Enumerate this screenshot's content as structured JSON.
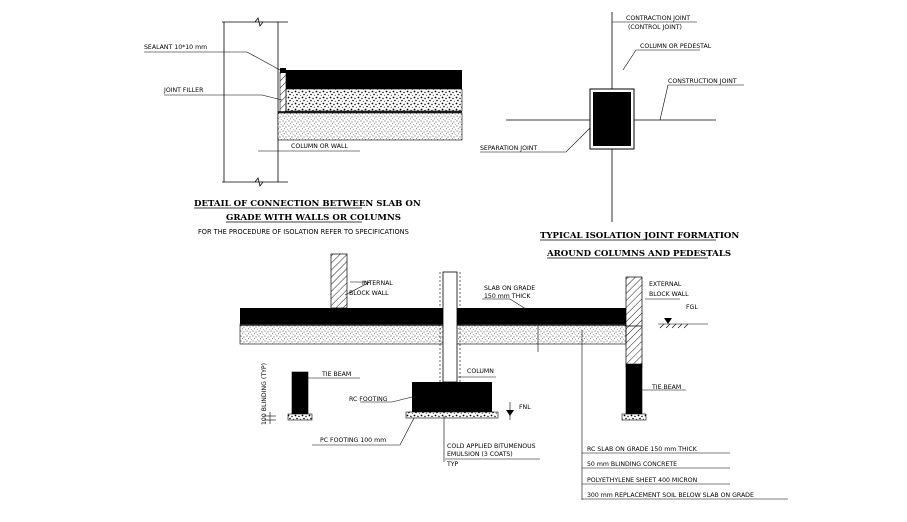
{
  "top_left_detail": {
    "labels": {
      "sealant": "SEALANT 10*10 mm",
      "joint_filler": "JOINT FILLER",
      "column_or_wall": "COLUMN OR WALL"
    },
    "title_line1": "DETAIL OF CONNECTION BETWEEN SLAB ON",
    "title_line2": "GRADE WITH WALLS OR COLUMNS",
    "subtitle": "FOR THE PROCEDURE OF ISOLATION REFER TO SPECIFICATIONS"
  },
  "top_right_detail": {
    "labels": {
      "contraction_joint_1": "CONTRACTION JOINT",
      "contraction_joint_2": "(CONTROL JOINT)",
      "column_or_pedestal": "COLUMN OR PEDESTAL",
      "construction_joint": "CONSTRUCTION JOINT",
      "separation_joint": "SEPARATION JOINT"
    },
    "title_line1": "TYPICAL ISOLATION JOINT FORMATION",
    "title_line2": "AROUND COLUMNS AND PEDESTALS"
  },
  "section": {
    "labels": {
      "internal_wall_1": "INTERNAL",
      "internal_wall_2": "BLOCK WALL",
      "slab_1": "SLAB ON GRADE",
      "slab_2": "150 mm THICK",
      "external_wall_1": "EXTERNAL",
      "external_wall_2": "BLOCK WALL",
      "fgl": "FGL",
      "column": "COLUMN",
      "tie_beam_left": "TIE BEAM",
      "tie_beam_right": "TIE BEAM",
      "blinding": "100 BLINDING (TYP)",
      "rc_footing": "RC FOOTING",
      "pc_footing": "PC FOOTING 100 mm",
      "fnl": "FNL",
      "bitumen_1": "COLD APPLIED BITUMENOUS",
      "bitumen_2": "EMULSION (3 COATS)",
      "typ": "TYP"
    },
    "layers": [
      "RC SLAB ON GRADE 150 mm THICK",
      "50 mm BLINDING CONCRETE",
      "POLYETHYLENE SHEET 400 MICRON",
      "300 mm REPLACEMENT SOIL BELOW SLAB ON GRADE"
    ]
  },
  "colors": {
    "ink": "#000000",
    "paper": "#ffffff"
  }
}
